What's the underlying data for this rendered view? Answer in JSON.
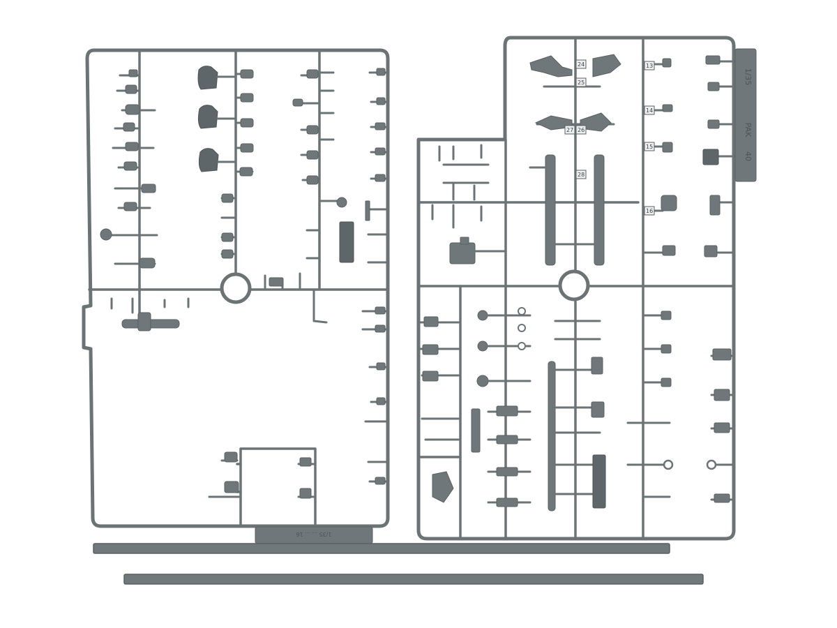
{
  "image": {
    "subject": "model-kit-sprues",
    "colors": {
      "plastic": "#6b7375",
      "background": "#ffffff"
    }
  },
  "right_sprue": {
    "plate_text": [
      "1/35",
      "PAK",
      "40"
    ],
    "part_numbers": [
      "24",
      "25",
      "27",
      "26",
      "28",
      "13",
      "14",
      "15",
      "16"
    ]
  },
  "left_sprue": {
    "plate_text": "1/35 ... ... 16"
  }
}
